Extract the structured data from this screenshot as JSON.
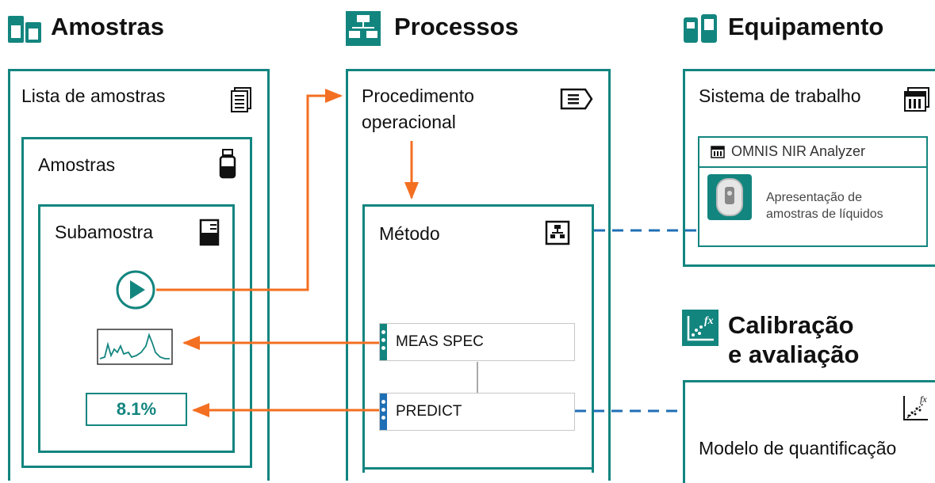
{
  "sections": {
    "samples": {
      "title": "Amostras",
      "icon": "samples-icon"
    },
    "processes": {
      "title": "Processos",
      "icon": "process-flow-icon"
    },
    "equipment": {
      "title": "Equipamento",
      "icon": "equipment-icon"
    },
    "calibration": {
      "title_line1": "Calibração",
      "title_line2": "e avaliação",
      "icon": "calibration-fx-icon"
    }
  },
  "boxes": {
    "sample_list": {
      "label": "Lista de amostras",
      "icon": "document-list-icon"
    },
    "samples": {
      "label": "Amostras",
      "icon": "bottle-icon"
    },
    "subsample": {
      "label": "Subamostra",
      "icon": "beaker-icon"
    },
    "procedure": {
      "label_line1": "Procedimento",
      "label_line2": "operacional",
      "icon": "procedure-tag-icon"
    },
    "method": {
      "label": "Método",
      "icon": "method-tree-icon"
    },
    "work_system": {
      "label": "Sistema de trabalho",
      "icon": "work-system-icon"
    },
    "quant_model": {
      "label": "Modelo de quantificação",
      "icon": "scatter-fx-icon"
    }
  },
  "analyzer": {
    "title": "OMNIS NIR Analyzer",
    "desc_line1": "Apresentação de",
    "desc_line2": "amostras de líquidos"
  },
  "steps": [
    {
      "label": "MEAS SPEC",
      "color": "#13857f"
    },
    {
      "label": "PREDICT",
      "color": "#1f6fb5"
    }
  ],
  "result": {
    "value": "8.1%"
  },
  "colors": {
    "teal": "#13857f",
    "orange": "#f36f21",
    "blue_dashed": "#1f6fb5"
  }
}
